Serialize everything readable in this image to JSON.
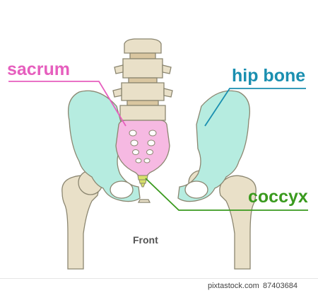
{
  "labels": {
    "sacrum": "sacrum",
    "hip_bone": "hip bone",
    "coccyx": "coccyx",
    "view": "Front"
  },
  "footer": {
    "site": "pixtastock.com",
    "image_id": "87403684"
  },
  "colors": {
    "sacrum": "#e65fbe",
    "hip_bone": "#1a8fb0",
    "coccyx": "#3a9a1e",
    "bone_fill": "#e9e0c8",
    "pelvis_fill": "#b6ece0",
    "sacrum_fill": "#f6b9e2",
    "outline": "#8b8670"
  }
}
